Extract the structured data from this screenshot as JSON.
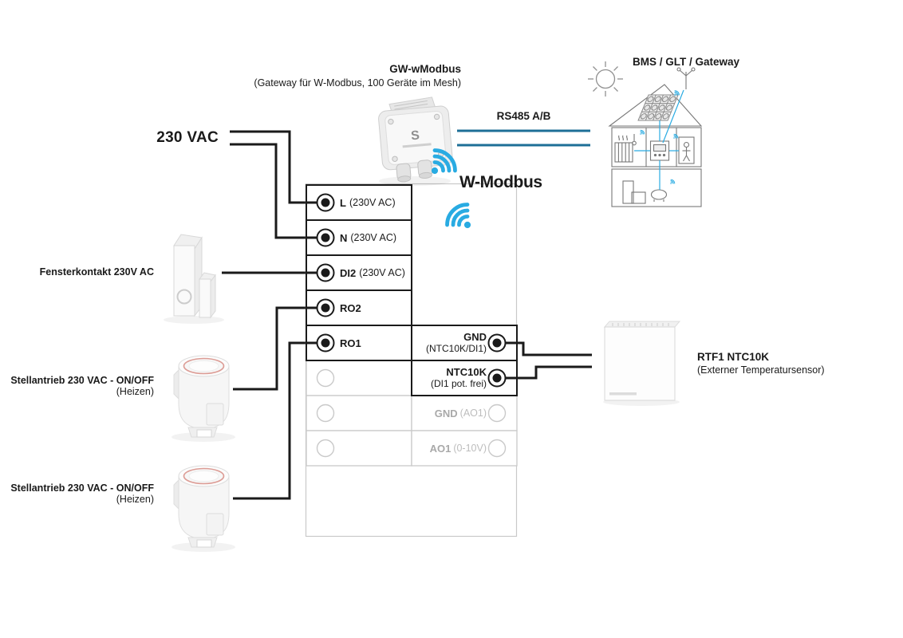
{
  "colors": {
    "wire": "#1a1a1a",
    "rs485_line": "#1d6f97",
    "wifi_blue": "#29abe2",
    "inactive_border": "#c9c9c9",
    "inactive_text": "#a9a9a9"
  },
  "icons": {
    "wireless": "wifi-arcs",
    "sun": "sun-rays",
    "gateway_logo_letter": "S"
  },
  "header": {
    "gateway_title": "GW-wModbus",
    "gateway_subtitle": "(Gateway für W-Modbus, 100 Geräte im Mesh)",
    "bms_label": "BMS / GLT / Gateway",
    "rs485_label": "RS485 A/B",
    "wmodbus_label": "W-Modbus"
  },
  "left_devices": {
    "power_label": "230 VAC",
    "window_contact_label": "Fensterkontakt 230V AC",
    "actuator1_label": "Stellantrieb 230 VAC - ON/OFF",
    "actuator1_sublabel": "(Heizen)",
    "actuator2_label": "Stellantrieb 230 VAC - ON/OFF",
    "actuator2_sublabel": "(Heizen)"
  },
  "right_device": {
    "title": "RTF1 NTC10K",
    "subtitle": "(Externer Temperatursensor)"
  },
  "terminal_block": {
    "left_terminals": [
      {
        "name": "L",
        "detail": "(230V AC)"
      },
      {
        "name": "N",
        "detail": "(230V AC)"
      },
      {
        "name": "DI2",
        "detail": "(230V AC)"
      },
      {
        "name": "RO2",
        "detail": ""
      },
      {
        "name": "RO1",
        "detail": ""
      }
    ],
    "right_terminals": [
      {
        "name": "GND",
        "detail": "(NTC10K/DI1)"
      },
      {
        "name": "NTC10K",
        "detail": "(DI1 pot. frei)"
      },
      {
        "name": "GND",
        "detail": "(AO1)"
      },
      {
        "name": "AO1",
        "detail": "(0-10V)"
      }
    ]
  }
}
